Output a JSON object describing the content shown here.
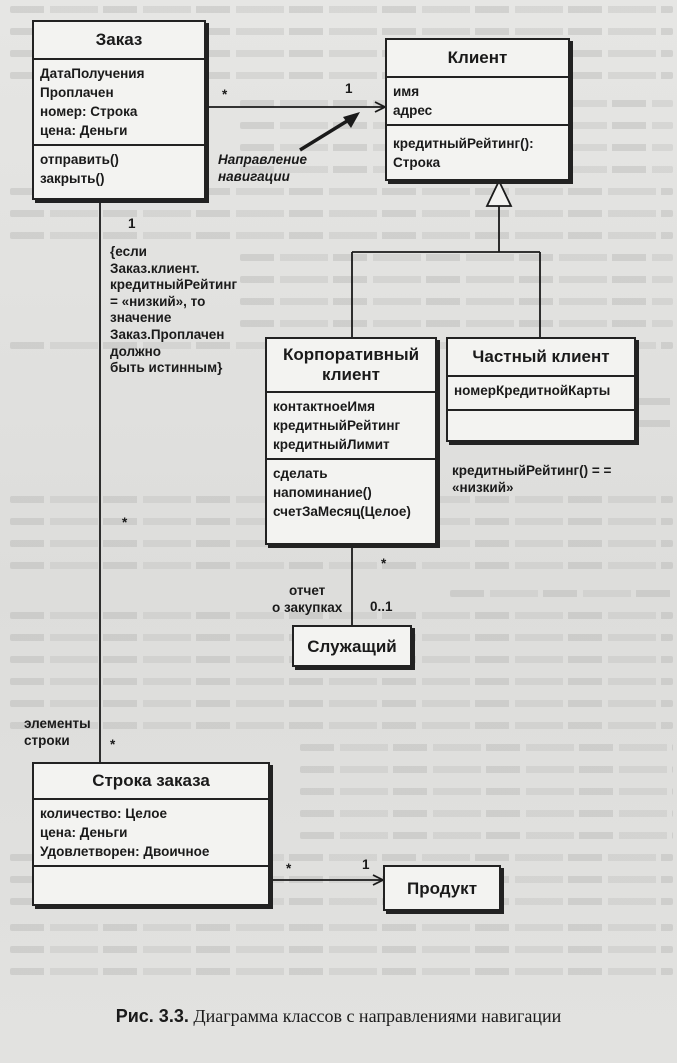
{
  "classes": {
    "order": {
      "name": "Заказ",
      "attributes": [
        "ДатаПолучения",
        "Проплачен",
        "номер: Строка",
        "цена: Деньги"
      ],
      "operations": [
        "отправить()",
        "закрыть()"
      ]
    },
    "client": {
      "name": "Клиент",
      "attributes": [
        "имя",
        "адрес"
      ],
      "operations": [
        "кредитныйРейтинг():",
        "Строка"
      ]
    },
    "corporate_client": {
      "name_line1": "Корпоративный",
      "name_line2": "клиент",
      "attributes": [
        "контактноеИмя",
        "кредитныйРейтинг",
        "кредитныйЛимит"
      ],
      "operations": [
        "сделать",
        "напоминание()",
        "счетЗаМесяц(Целое)"
      ]
    },
    "private_client": {
      "name": "Частный клиент",
      "attributes": [
        "номерКредитнойКарты"
      ]
    },
    "employee": {
      "name": "Служащий"
    },
    "order_line": {
      "name": "Строка заказа",
      "attributes": [
        "количество: Целое",
        "цена: Деньги",
        "Удовлетворен: Двоичное"
      ]
    },
    "product": {
      "name": "Продукт"
    }
  },
  "labels": {
    "nav_direction": [
      "Направление",
      "навигации"
    ],
    "order_client_many": "*",
    "order_client_one": "1",
    "order_left_one": "1",
    "constraint": [
      "{если",
      "Заказ.клиент.",
      "кредитныйРейтинг",
      "= «низкий», то",
      "значение",
      "Заказ.Проплачен",
      "должно",
      "быть истинным}"
    ],
    "corp_many": "*",
    "sales_report": [
      "отчет",
      "о закупках"
    ],
    "employee_mult": "0..1",
    "order_mid_many": "*",
    "line_items": [
      "элементы",
      "строки"
    ],
    "line_items_many": "*",
    "line_product_many": "*",
    "line_product_one": "1",
    "private_constraint": [
      "кредитныйРейтинг() = =",
      "«низкий»"
    ]
  },
  "caption": {
    "prefix": "Рис. 3.3.",
    "text": "Диаграмма классов с направлениями навигации"
  }
}
